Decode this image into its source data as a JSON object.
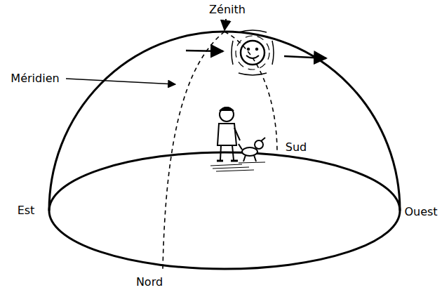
{
  "diagram": {
    "labels": [
      "Zénith",
      "Méridien",
      "Sud",
      "Est",
      "Ouest",
      "Nord"
    ]
  }
}
